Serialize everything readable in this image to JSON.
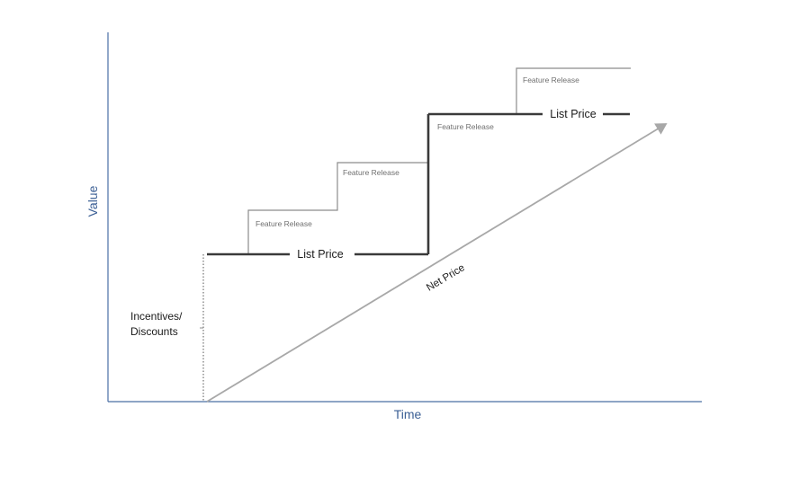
{
  "axes": {
    "y_label": "Value",
    "x_label": "Time"
  },
  "labels": {
    "list_price_lower": "List Price",
    "list_price_upper": "List Price",
    "net_price": "Net Price",
    "incentives_line1": "Incentives/",
    "incentives_line2": "Discounts",
    "feature_releases": [
      "Feature Release",
      "Feature Release",
      "Feature Release",
      "Feature Release"
    ]
  },
  "colors": {
    "axis": "#4a6fa5",
    "axis_label": "#3b5f95",
    "list_price_line": "#3a3a3a",
    "feature_step_line": "#8c8c8c",
    "net_price_line": "#a8a8a8"
  }
}
